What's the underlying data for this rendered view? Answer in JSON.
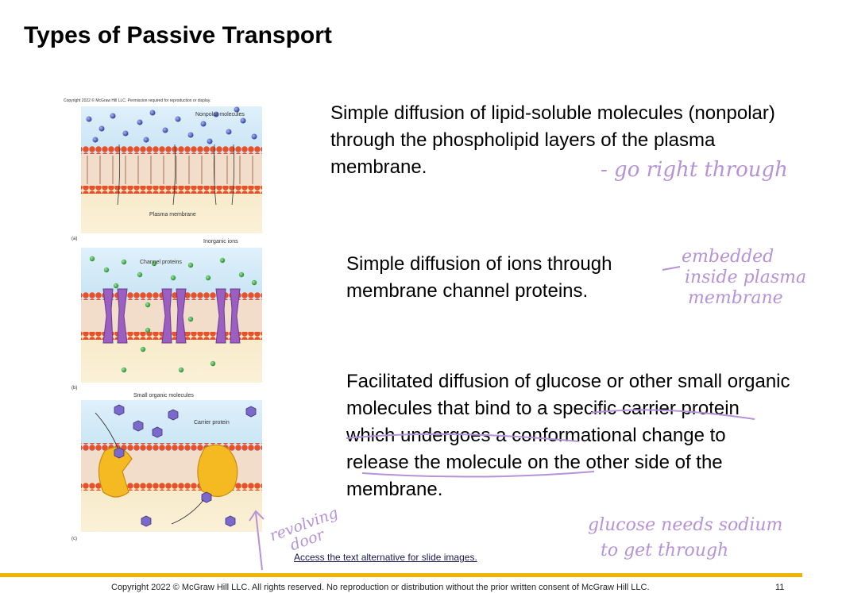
{
  "slide": {
    "title": "Types of Passive Transport",
    "page_number": "11"
  },
  "figure": {
    "copyright": "Copyright 2022 © McGraw Hill LLC. Permission required for reproduction or display.",
    "panel_a": {
      "label": "(a)",
      "molecules": "Nonpolar molecules",
      "membrane": "Plasma membrane"
    },
    "panel_b": {
      "label": "(b)",
      "ions": "Inorganic ions",
      "channels": "Channel proteins"
    },
    "panel_c": {
      "label": "(c)",
      "molecules": "Small organic molecules",
      "carrier": "Carrier protein"
    }
  },
  "paragraphs": {
    "p1": "Simple diffusion of lipid-soluble molecules (nonpolar) through the phospholipid layers of the plasma membrane.",
    "p2": "Simple diffusion of ions through membrane channel proteins.",
    "p3": "Facilitated diffusion of glucose or other small organic molecules that bind to a specific carrier protein which undergoes a conformational change to release the molecule on the other side of the membrane."
  },
  "links": {
    "alt_text": "Access the text alternative for slide images."
  },
  "footer": {
    "copyright": "Copyright 2022 © McGraw Hill LLC. All rights reserved. No reproduction or distribution without the prior written consent of McGraw Hill LLC."
  },
  "handwriting": {
    "note1": "- go right through",
    "note2_line1": "embedded",
    "note2_line2": "inside plasma",
    "note2_line3": "membrane",
    "note3_line1": "glucose needs sodium",
    "note3_line2": "to get through",
    "note4_line1": "revolving",
    "note4_line2": "door"
  },
  "colors": {
    "accent_bar": "#f0b400",
    "ink": "#b693d6",
    "membrane_head": "#e8502a",
    "channel": "#9a5fc0",
    "carrier": "#f5b921"
  }
}
